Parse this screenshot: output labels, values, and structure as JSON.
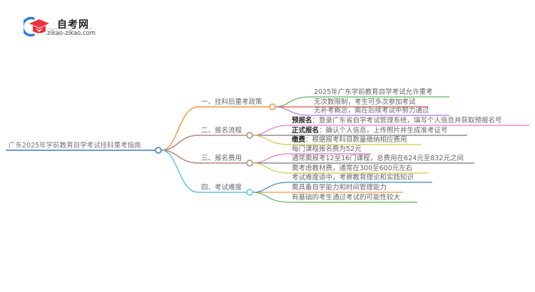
{
  "logo": {
    "title": "自考网",
    "url": "zikao-zikao.com",
    "icon": "graduation-cap-icon",
    "colors": {
      "cap": "#e8343a",
      "ring": "#2a7fd4"
    }
  },
  "mindmap": {
    "root": {
      "label": "广东2025年学前教育自学考试挂科重考指南",
      "color": "#3a7cc0"
    },
    "branches": [
      {
        "label": "一、挂科后重考政策",
        "color": "#f39a3c",
        "children": [
          {
            "text": "2025年广东学前教育自学考试允许重考",
            "color": "#5cb85c"
          },
          {
            "text": "无次数限制，考生可多次参加考试",
            "color": "#d9534f"
          },
          {
            "text": "无补考概念，需在后续考试中努力通过",
            "color": "#a57bd8"
          }
        ]
      },
      {
        "label": "二、报名流程",
        "color": "#b08a80",
        "children": [
          {
            "bold": "预报名",
            "text": "：登录广东省自学考试管理系统，填写个人信息并获取预报名号",
            "color": "#e879c9"
          },
          {
            "bold": "正式报名",
            "text": "：确认个人信息，上传照片并生成准考证号",
            "color": "#777777"
          },
          {
            "bold": "缴费",
            "text": "：根据报考科目数量缴纳相应费用",
            "color": "#d4c84a"
          }
        ]
      },
      {
        "label": "三、报名费用",
        "color": "#b08a80",
        "children": [
          {
            "text": "每门课程报名费为52元",
            "color": "#e879c9"
          },
          {
            "text": "通常需报考12至16门课程，总费用在624元至832元之间",
            "color": "#777777"
          },
          {
            "text": "需考虑教材费，通常在300至600元左右",
            "color": "#d4c84a"
          }
        ]
      },
      {
        "label": "四、考试难度",
        "color": "#5bc8dc",
        "children": [
          {
            "text": "考试难度适中，考察教育理论和实践知识",
            "color": "#3a86c8"
          },
          {
            "text": "需具备自学能力和时间管理能力",
            "color": "#f39a3c"
          },
          {
            "text": "有基础的考生通过考试的可能性较大",
            "color": "#5cb85c"
          }
        ]
      }
    ]
  }
}
